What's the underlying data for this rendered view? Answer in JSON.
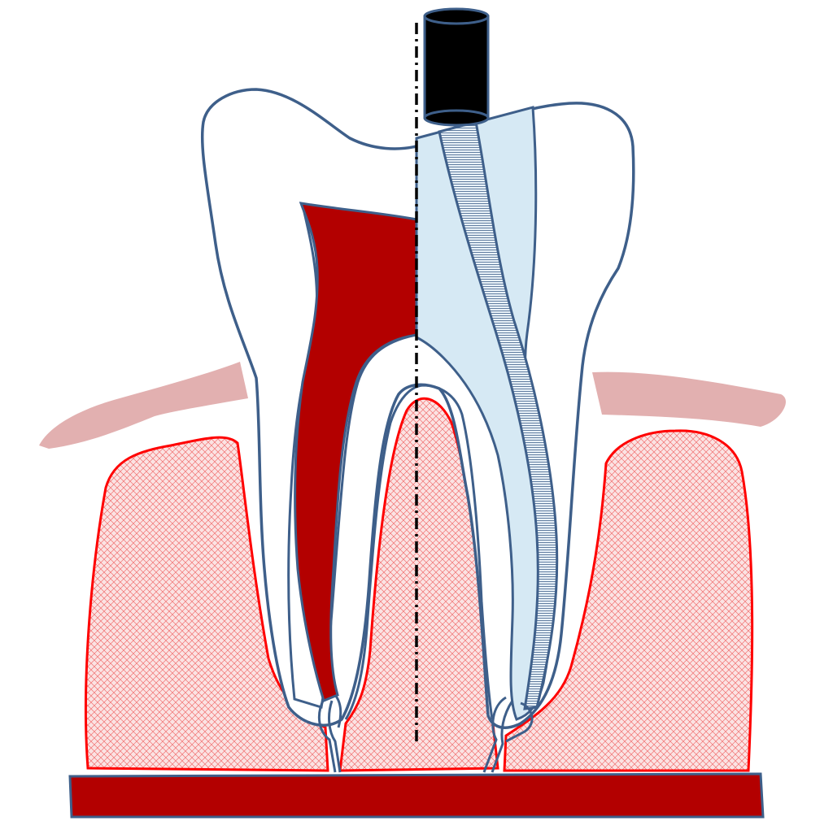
{
  "diagram": {
    "subject": "molar-root-canal-cross-section",
    "colors": {
      "outline": "#3e5f8a",
      "pulp": "#b30000",
      "bone_stroke": "#ff0000",
      "bone_hatch": "#f09090",
      "gum": "#e0b0b0",
      "treated_canal": "#d6e9f4",
      "instrument": "#000000",
      "base_bar": "#b30000"
    },
    "parts": [
      {
        "id": "tooth",
        "icon": "molar-icon"
      },
      {
        "id": "pulp-chamber-untreated",
        "icon": "pulp-icon"
      },
      {
        "id": "treated-canal",
        "icon": "canal-icon"
      },
      {
        "id": "file-instrument",
        "icon": "file-icon"
      },
      {
        "id": "handpiece-head",
        "icon": "cylinder-icon"
      },
      {
        "id": "alveolar-bone",
        "icon": "bone-icon"
      },
      {
        "id": "gingiva",
        "icon": "gum-icon"
      },
      {
        "id": "centerline",
        "icon": "dash-dot-line-icon"
      }
    ]
  }
}
